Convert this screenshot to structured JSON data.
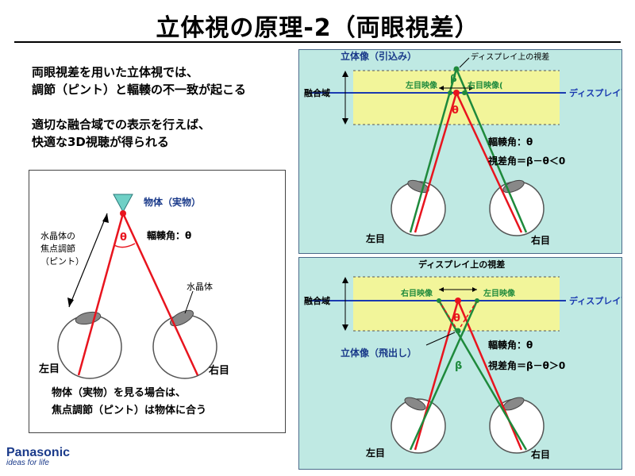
{
  "title": "立体視の原理-2（両眼視差）",
  "intro": {
    "line1": "両眼視差を用いた立体視では、",
    "line2": "調節（ピント）と輻輳の不一致が起こる",
    "line3": "適切な融合域での表示を行えば、",
    "line4": "快適な3D視聴が得られる"
  },
  "left_diagram": {
    "object_label": "物体（実物）",
    "theta": "θ",
    "convergence_label": "輻輳角：θ",
    "lens_focus_line1": "水晶体の",
    "lens_focus_line2": "焦点調節",
    "lens_focus_line3": "（ピント）",
    "lens_label": "水晶体",
    "left_eye": "左目",
    "right_eye": "右目",
    "caption_line1": "物体（実物）を見る場合は、",
    "caption_line2": "焦点調節（ピント）は物体に合う"
  },
  "top_diagram": {
    "image_label": "立体像（引込み）",
    "parallax_label": "ディスプレイ上の視差",
    "beta": "β",
    "left_image": "左目映像",
    "right_image": "右目映像(",
    "fusion_zone": "融合域",
    "display_plane": "ディスプレイ面",
    "theta": "θ",
    "convergence_label": "輻輳角：θ",
    "parallax_angle": "視差角＝β－θ＜0",
    "left_eye": "左目",
    "right_eye": "右目"
  },
  "bottom_diagram": {
    "parallax_label": "ディスプレイ上の視差",
    "right_image": "右目映像",
    "left_image": "左目映像",
    "fusion_zone": "融合域",
    "display_plane": "ディスプレイ面",
    "theta": "θ",
    "beta": "β",
    "image_label": "立体像（飛出し）",
    "convergence_label": "輻輳角：θ",
    "parallax_angle": "視差角＝β－θ＞0",
    "left_eye": "左目",
    "right_eye": "右目"
  },
  "logo": {
    "name": "Panasonic",
    "tagline": "ideas for life"
  },
  "colors": {
    "red_ray": "#e8141e",
    "green_ray": "#1e8a3c",
    "display_line": "#1a3ab0",
    "fusion_fill": "#f2f59a",
    "panel_bg": "#bfe9e3",
    "label_blue": "#1a3a8a",
    "target_fill": "#6fd0c6"
  }
}
